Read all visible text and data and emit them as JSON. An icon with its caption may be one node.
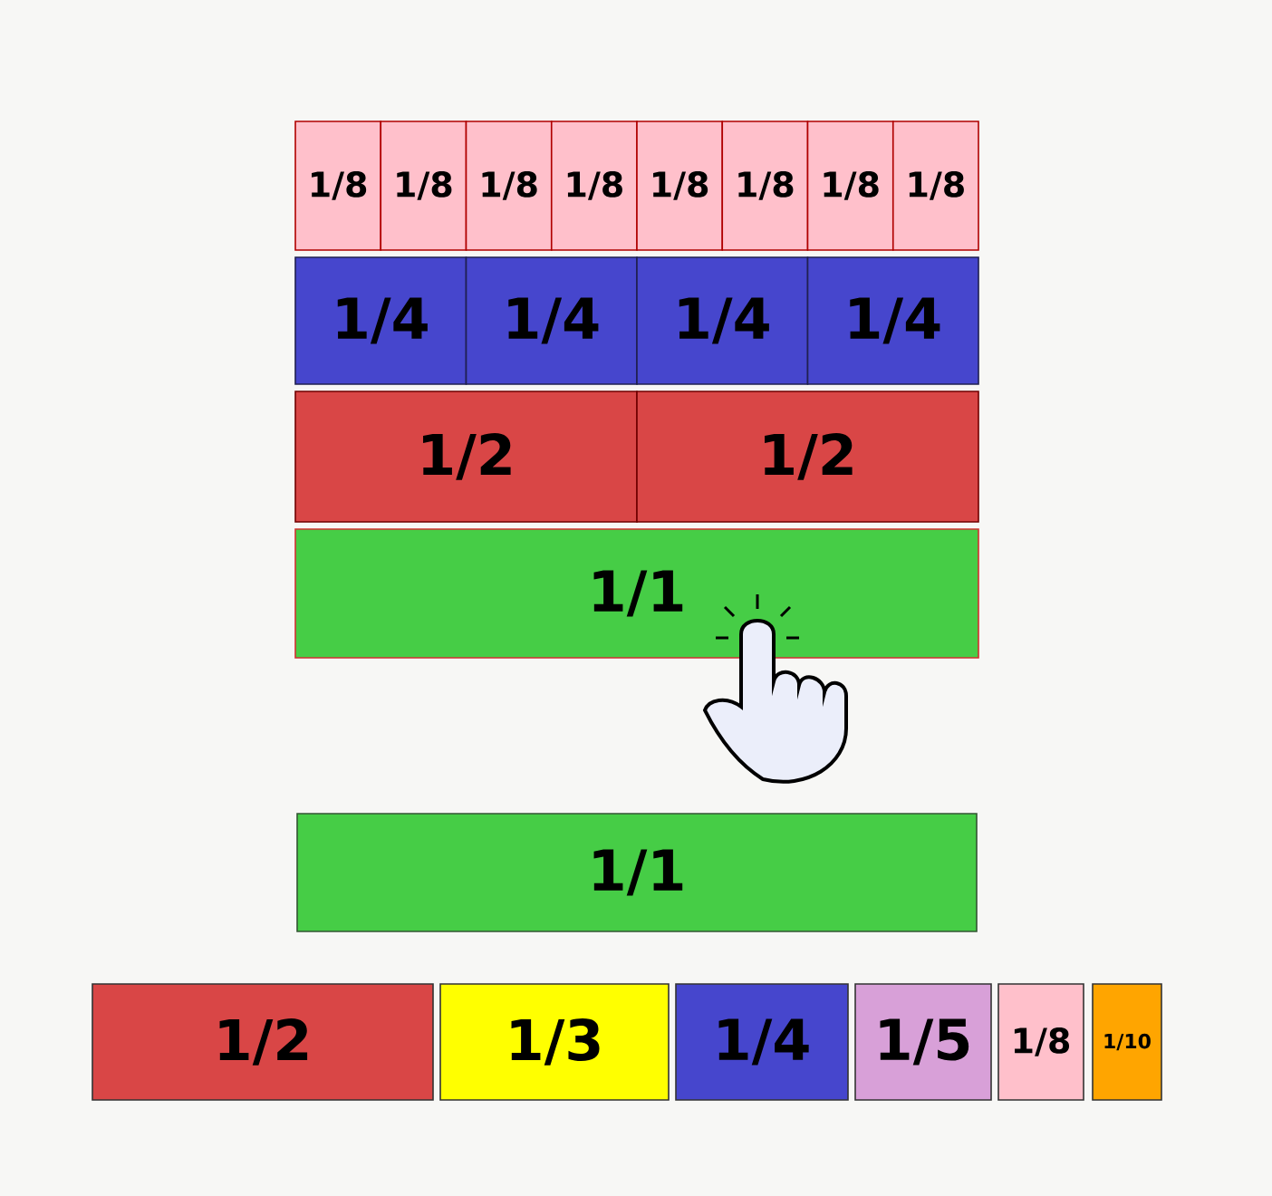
{
  "diagram": {
    "nodes": [
      {
        "text": [
          "1/8"
        ]
      },
      {
        "text": [
          "1/8"
        ]
      },
      {
        "text": [
          "1/8"
        ]
      },
      {
        "text": [
          "1/8"
        ]
      },
      {
        "text": [
          "1/8"
        ]
      },
      {
        "text": [
          "1/8"
        ]
      },
      {
        "text": [
          "1/8"
        ]
      },
      {
        "text": [
          "1/8"
        ]
      },
      {
        "text": [
          "1/4"
        ]
      },
      {
        "text": [
          "1/4"
        ]
      },
      {
        "text": [
          "1/4"
        ]
      },
      {
        "text": [
          "1/4"
        ]
      },
      {
        "text": [
          "1/2"
        ]
      },
      {
        "text": [
          "1/2"
        ]
      },
      {
        "text": [
          "1/1"
        ]
      },
      {
        "text": [
          "1/1"
        ]
      },
      {
        "text": [
          "1/2"
        ]
      },
      {
        "text": [
          "1/3"
        ]
      },
      {
        "text": [
          "1/4"
        ]
      },
      {
        "text": [
          "1/5"
        ]
      },
      {
        "text": [
          "1/8"
        ]
      },
      {
        "text": [
          "1/10"
        ]
      }
    ]
  }
}
